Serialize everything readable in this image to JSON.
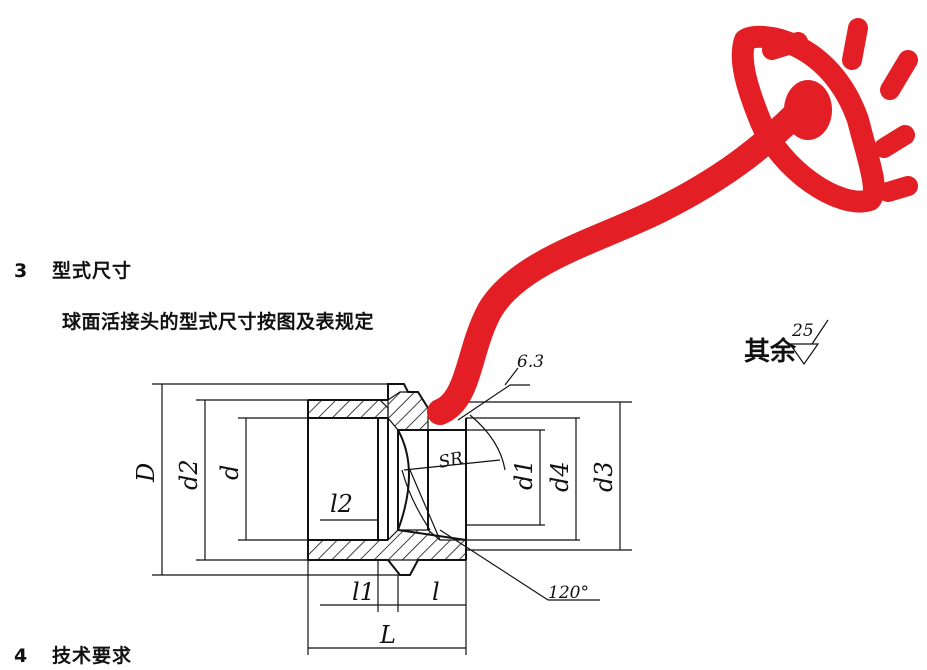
{
  "section3": {
    "number": "3",
    "title": "型式尺寸"
  },
  "intro_text": "球面活接头的型式尺寸按图及表规定",
  "section4": {
    "number": "4",
    "title": "技术要求"
  },
  "drawing": {
    "dims": {
      "D": "D",
      "d2": "d2",
      "d": "d",
      "d1": "d1",
      "d4": "d4",
      "d3": "d3",
      "l2": "l2",
      "l1": "l1",
      "l": "l",
      "L": "L",
      "SR": "SR",
      "angle": "120°"
    },
    "surface_finish": "6.3",
    "rest_label": "其余",
    "rest_value": "25"
  },
  "annotation_color": "#e31e24"
}
